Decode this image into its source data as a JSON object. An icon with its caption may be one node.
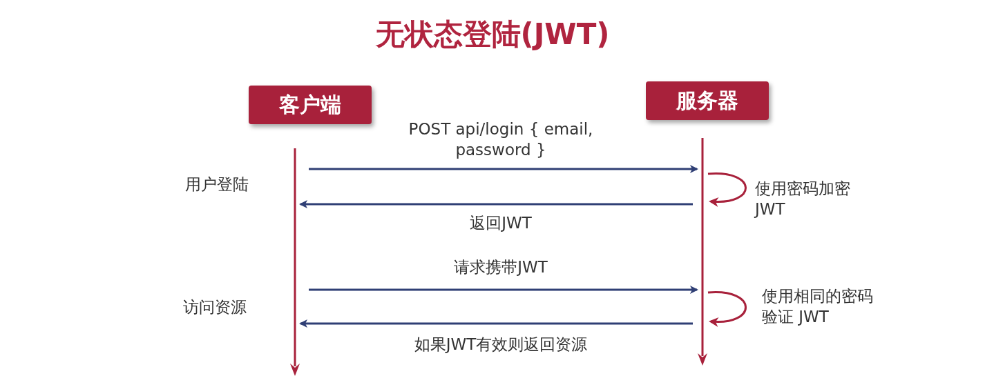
{
  "diagram": {
    "title": "无状态登陆(JWT)",
    "nodes": [
      {
        "text": [
          "客户端"
        ]
      },
      {
        "text": [
          "服务器"
        ]
      },
      {
        "text": [],
        "shape": "bar"
      },
      {
        "text": [],
        "shape": "bar"
      }
    ],
    "edges": [
      {
        "from": 2,
        "to": 3,
        "arrow": "to",
        "label": "POST api/login { email, password }"
      },
      {
        "from": 3,
        "to": 3,
        "arrow": "to",
        "label": "使用密码加密JWT",
        "color": "#a8213b"
      },
      {
        "from": 3,
        "to": 2,
        "arrow": "to",
        "label": "返回JWT"
      },
      {
        "from": 2,
        "to": 3,
        "arrow": "to",
        "label": "请求携带JWT"
      },
      {
        "from": 3,
        "to": 3,
        "arrow": "to",
        "label": "使用相同的密码验证 JWT",
        "color": "#a8213b"
      },
      {
        "from": 3,
        "to": 2,
        "arrow": "to",
        "label": "如果JWT有效则返回资源"
      }
    ],
    "labels": [
      "用户登陆",
      "访问资源"
    ]
  }
}
